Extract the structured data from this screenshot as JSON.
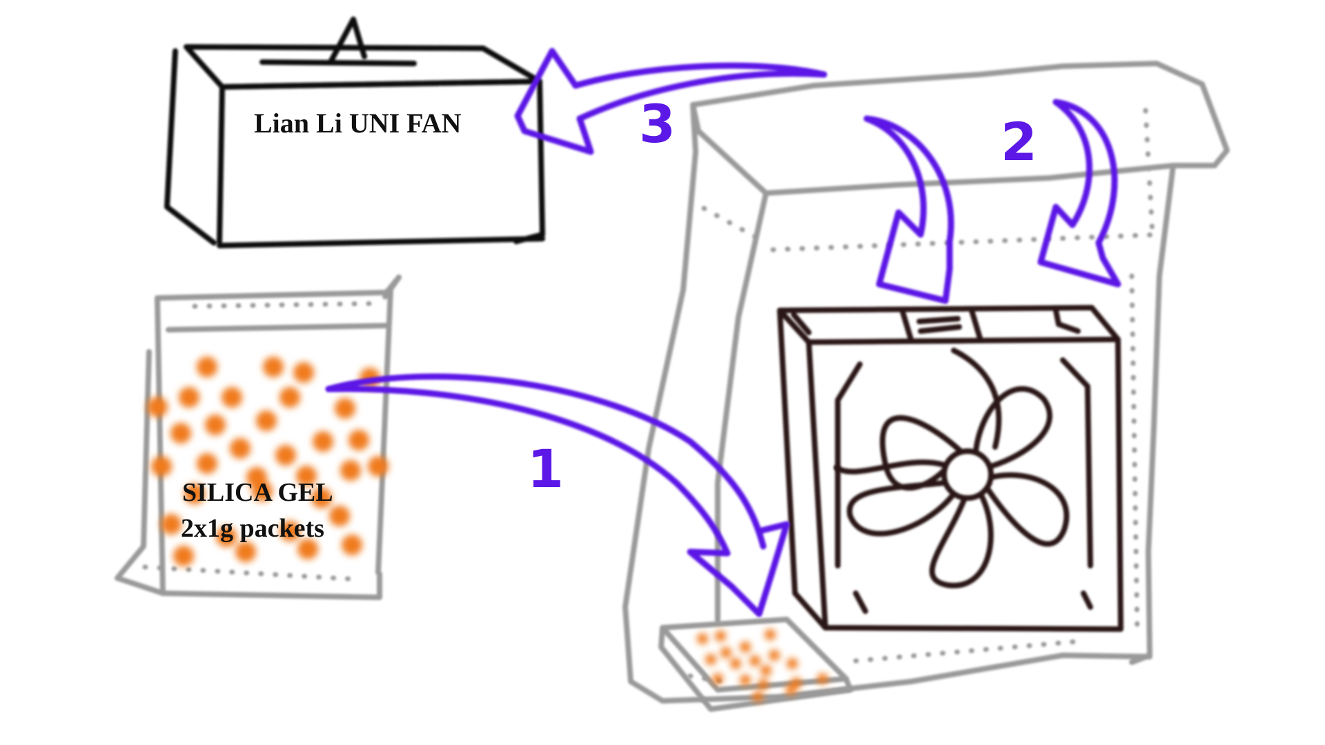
{
  "labels": {
    "fan_box": "Lian Li UNI FAN",
    "silica_line1": "SILICA GEL",
    "silica_line2": "2x1g packets"
  },
  "steps": [
    {
      "number": "1"
    },
    {
      "number": "2"
    },
    {
      "number": "3"
    }
  ],
  "colors": {
    "arrow": "#5b18e6",
    "bead": "#f07a1f",
    "bag": "#9a9a9a",
    "box": "#111111"
  },
  "icons": [
    "fan-icon",
    "silica-bead-icon",
    "arrow-icon"
  ]
}
